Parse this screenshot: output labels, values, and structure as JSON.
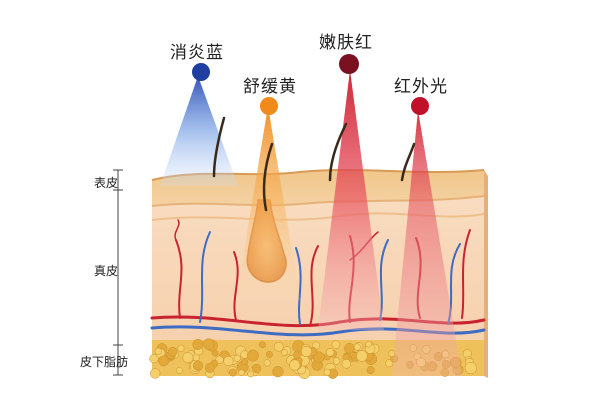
{
  "lights": [
    {
      "label": "消炎蓝",
      "color": "#1f3f9e"
    },
    {
      "label": "舒缓黄",
      "color": "#f08a1c"
    },
    {
      "label": "嫩肤红",
      "color": "#7a1020"
    },
    {
      "label": "红外光",
      "color": "#c0102a"
    }
  ],
  "layers": [
    {
      "label": "表皮"
    },
    {
      "label": "真皮"
    },
    {
      "label": "皮下脂肪"
    }
  ]
}
